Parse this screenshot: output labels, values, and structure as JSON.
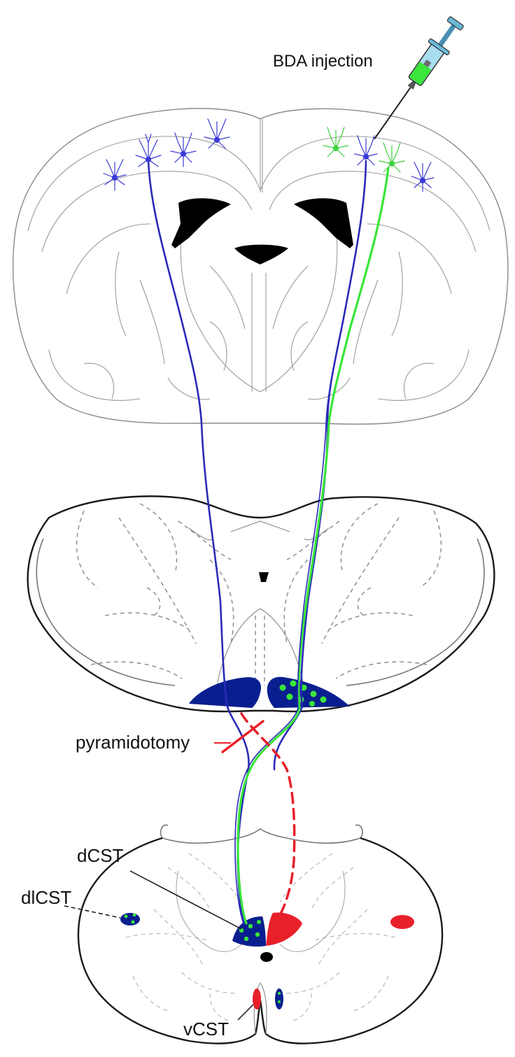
{
  "labels": {
    "injection": "BDA injection",
    "pyramidotomy": "pyramidotomy",
    "dcst": "dCST",
    "dlcst": "dlCST",
    "vcst": "vCST"
  },
  "colors": {
    "axon_blue": "#2a2ab8",
    "axon_green": "#39e639",
    "tract_navy": "#0a1f8f",
    "lesion_red": "#e8202a",
    "neuron_blue": "#3a3ad8",
    "neuron_green": "#40d040",
    "outline": "#1a1a1a",
    "structure_gray": "#9a9a9a"
  },
  "icons": {
    "syringe": "syringe-icon",
    "neuron": "pyramidal-neuron-icon"
  }
}
